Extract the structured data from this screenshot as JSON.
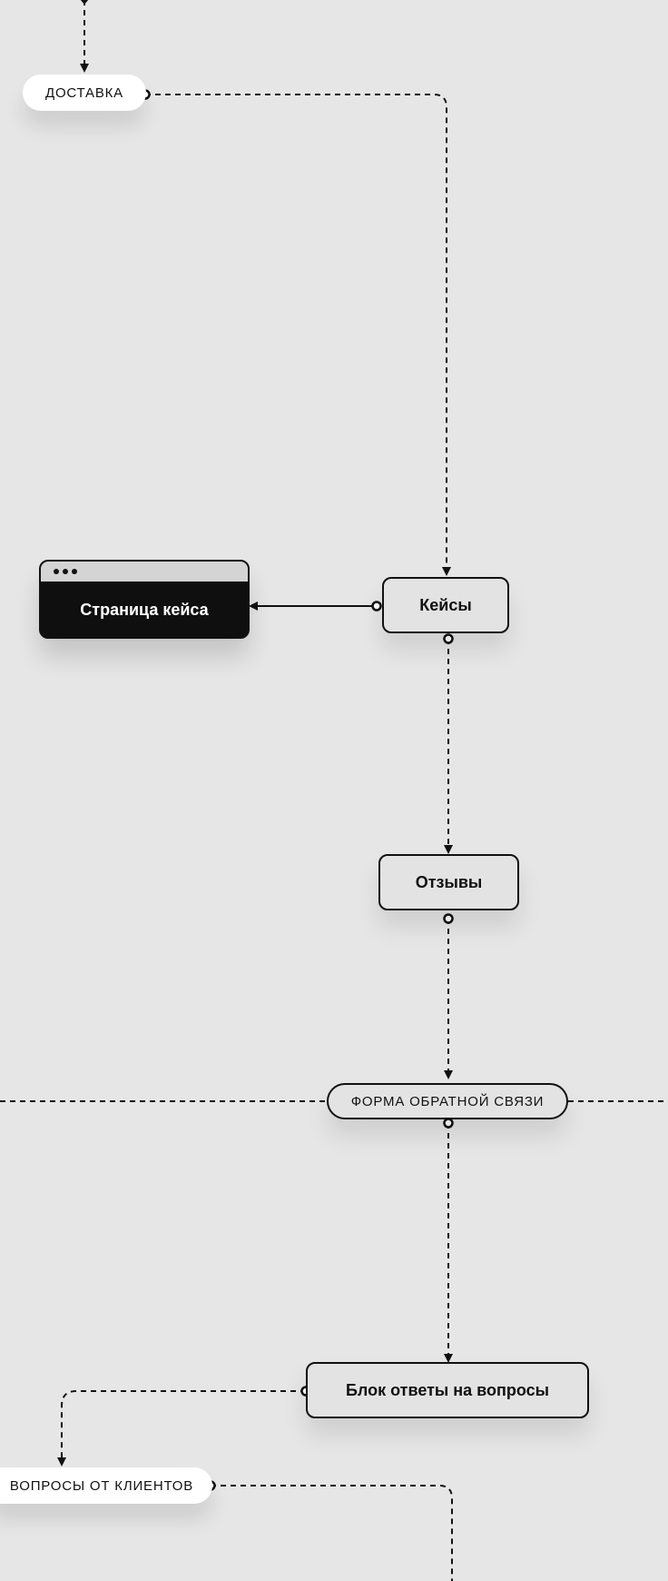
{
  "nodes": {
    "delivery": "ДОСТАВКА",
    "case_page": "Страница кейса",
    "cases": "Кейсы",
    "reviews": "Отзывы",
    "feedback_form": "ФОРМА ОБРАТНОЙ СВЯЗИ",
    "faq_block": "Блок ответы на вопросы",
    "client_questions": "ВОПРОСЫ ОТ КЛИЕНТОВ"
  },
  "icons": {
    "page_window_dots": "three-dots-icon",
    "connector_start": "ring-connector-icon",
    "connector_end": "arrowhead-icon"
  },
  "colors": {
    "background": "#e6e6e6",
    "line": "#111111",
    "pill_fill": "#ffffff",
    "box_fill": "#e3e3e3",
    "page_header": "#d4d4d4",
    "page_body": "#0f0f0f"
  }
}
